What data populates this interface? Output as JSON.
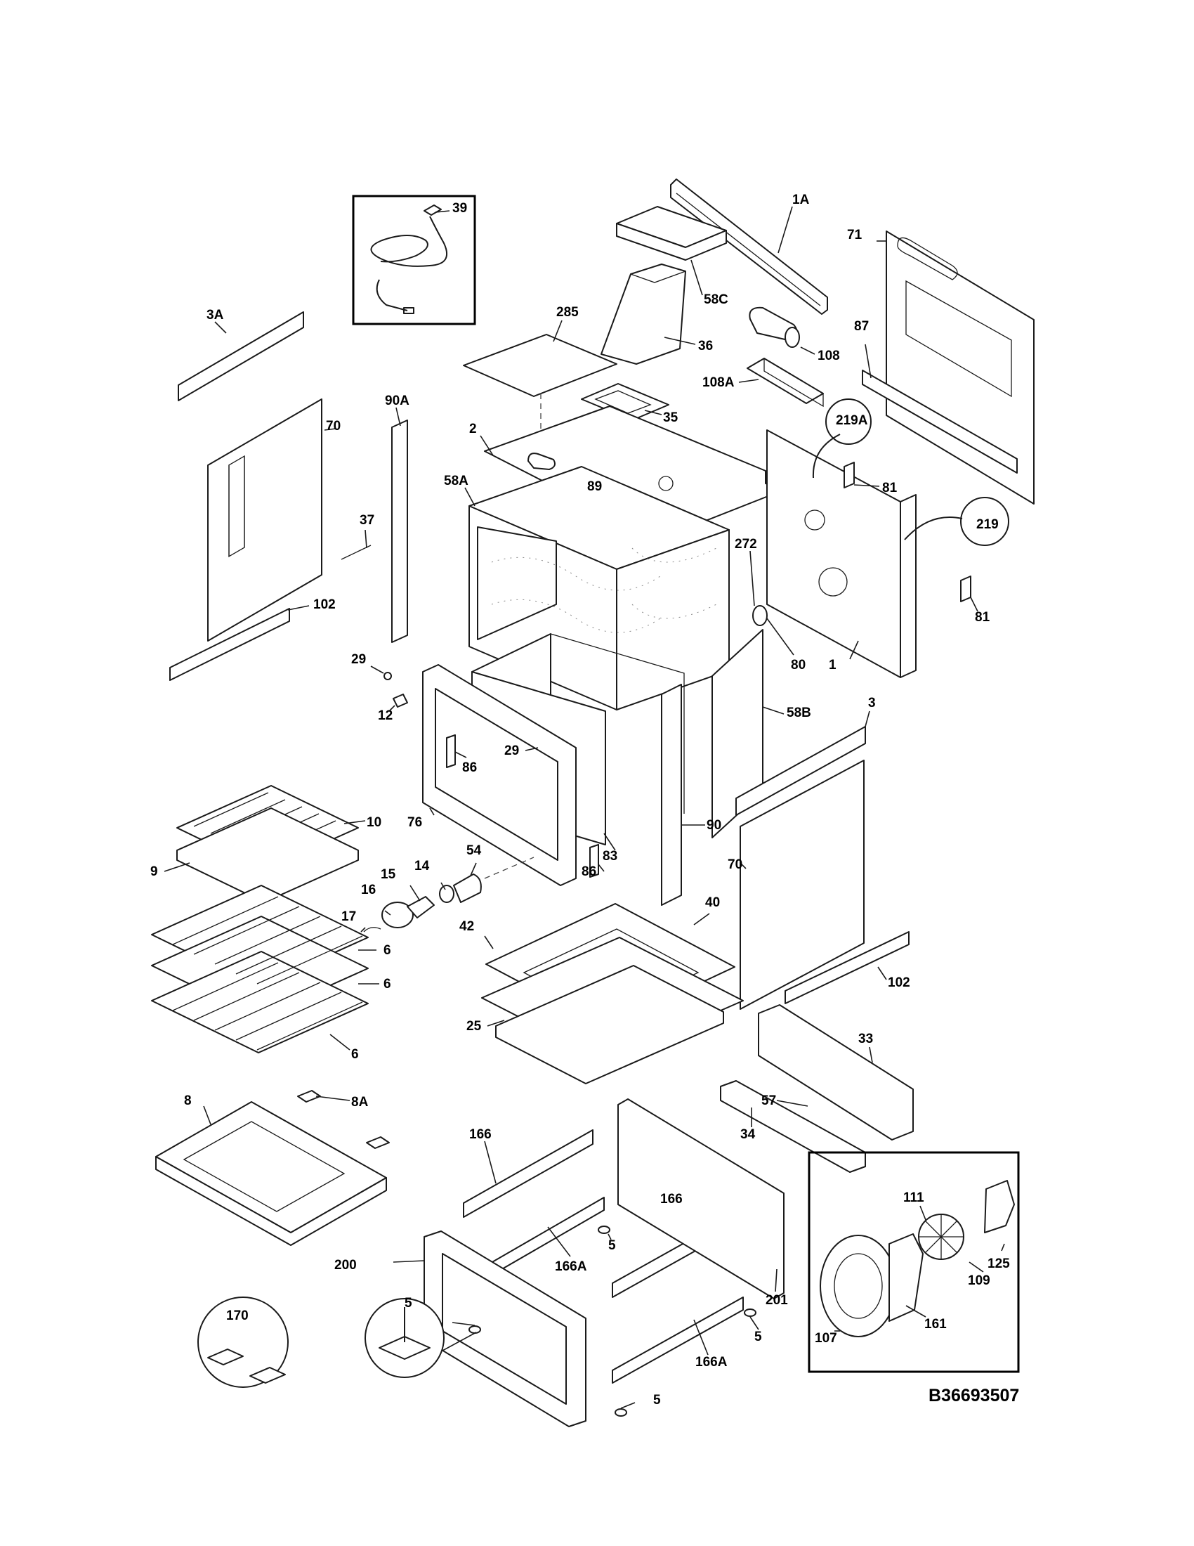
{
  "diagram": {
    "drawing_code": "B36693507",
    "callouts": {
      "c39": "39",
      "c1A": "1A",
      "c71": "71",
      "c58C": "58C",
      "c3A": "3A",
      "c285": "285",
      "c36": "36",
      "c108": "108",
      "c87": "87",
      "c108A": "108A",
      "c35": "35",
      "c90A": "90A",
      "c70_left": "70",
      "c2": "2",
      "c219A": "219A",
      "c81_top": "81",
      "c58A": "58A",
      "c89": "89",
      "c219": "219",
      "c37": "37",
      "c272": "272",
      "c81_bottom": "81",
      "c102_left": "102",
      "c80": "80",
      "c1": "1",
      "c29_left": "29",
      "c12": "12",
      "c3": "3",
      "c58B": "58B",
      "c29_inner": "29",
      "c86_upper": "86",
      "c76": "76",
      "c10": "10",
      "c90": "90",
      "c83": "83",
      "c54": "54",
      "c14": "14",
      "c15": "15",
      "c70_right": "70",
      "c9": "9",
      "c86_lower": "86",
      "c16": "16",
      "c17": "17",
      "c40": "40",
      "c42": "42",
      "c6_a": "6",
      "c6_b": "6",
      "c102_right": "102",
      "c25": "25",
      "c6_c": "6",
      "c33": "33",
      "c8": "8",
      "c8A": "8A",
      "c57": "57",
      "c34": "34",
      "c166_left": "166",
      "c166_right": "166",
      "c111": "111",
      "c5_a": "5",
      "c166A_upper": "166A",
      "c200": "200",
      "c125": "125",
      "c201": "201",
      "c109": "109",
      "c170": "170",
      "c5_b": "5",
      "c5_c": "5",
      "c161": "161",
      "c107": "107",
      "c166A_lower": "166A",
      "c5_d": "5"
    }
  }
}
